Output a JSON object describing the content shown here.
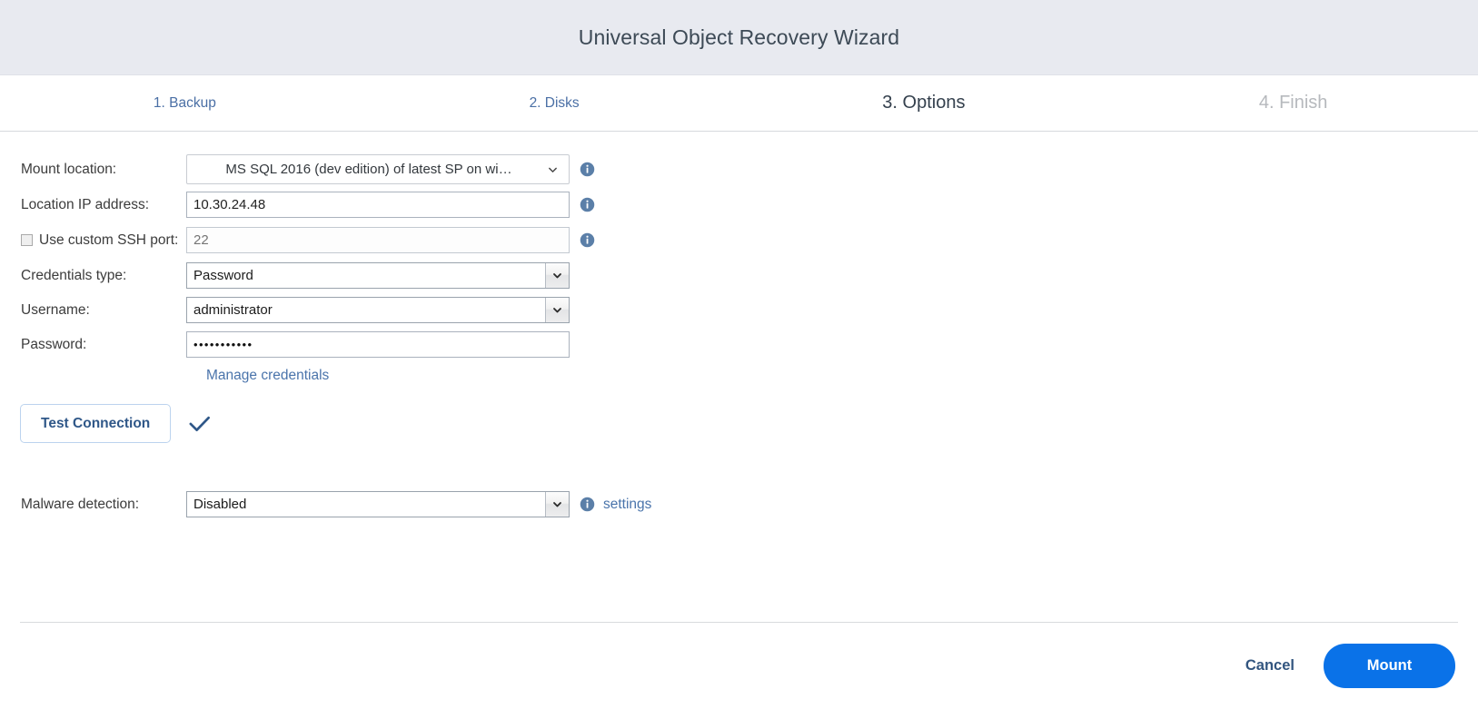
{
  "header": {
    "title": "Universal Object Recovery Wizard"
  },
  "steps": [
    {
      "label": "1. Backup",
      "state": "link"
    },
    {
      "label": "2. Disks",
      "state": "link"
    },
    {
      "label": "3. Options",
      "state": "current"
    },
    {
      "label": "4. Finish",
      "state": "disabled"
    }
  ],
  "form": {
    "mount_location": {
      "label": "Mount location:",
      "value": "MS SQL 2016 (dev edition) of latest SP on wi…",
      "info_icon": "info-icon"
    },
    "location_ip": {
      "label": "Location IP address:",
      "value": "10.30.24.48",
      "info_icon": "info-icon"
    },
    "ssh_port": {
      "label": "Use custom SSH port:",
      "checked": false,
      "placeholder": "22",
      "value": "",
      "info_icon": "info-icon"
    },
    "credentials_type": {
      "label": "Credentials type:",
      "value": "Password"
    },
    "username": {
      "label": "Username:",
      "value": "administrator"
    },
    "password": {
      "label": "Password:",
      "value": "•••••••••••"
    },
    "manage_credentials_link": "Manage credentials",
    "test_connection_button": "Test Connection",
    "test_connection_result_icon": "check-icon",
    "malware_detection": {
      "label": "Malware detection:",
      "value": "Disabled",
      "info_icon": "info-icon",
      "settings_link": "settings"
    }
  },
  "footer": {
    "cancel_label": "Cancel",
    "mount_label": "Mount"
  },
  "colors": {
    "header_bg": "#e8eaf0",
    "step_link": "#4a6fa5",
    "step_current": "#34404d",
    "step_disabled": "#b6b9bd",
    "link": "#4a74ab",
    "primary_button": "#0a72e8",
    "info_icon": "#5b7fa8",
    "check": "#2f5788"
  }
}
